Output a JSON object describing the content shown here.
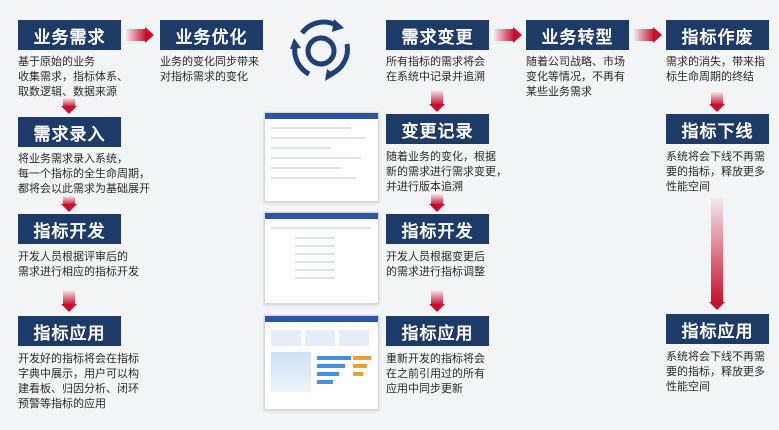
{
  "col1": {
    "n1": {
      "title": "业务需求",
      "desc": "基于原始的业务\n收集需求，指标体系、\n取数逻辑、数据来源"
    },
    "n2": {
      "title": "需求录入",
      "desc": "将业务需求录入系统，\n每一个指标的全生命周期，\n都将会以此需求为基础展开"
    },
    "n3": {
      "title": "指标开发",
      "desc": "开发人员根据评审后的\n需求进行相应的指标开发"
    },
    "n4": {
      "title": "指标应用",
      "desc": "开发好的指标将会在指标\n字典中展示，用户可以构\n建看板、归因分析、闭环\n预警等指标的应用"
    }
  },
  "col2": {
    "n1": {
      "title": "业务优化",
      "desc": "业务的变化同步带来\n对指标需求的变化"
    }
  },
  "col3": {
    "n1": {
      "title": "需求变更",
      "desc": "所有指标的需求将会\n在系统中记录并追溯"
    },
    "n2": {
      "title": "变更记录",
      "desc": "随着业务的变化，根据\n新的需求进行需求变更，\n并进行版本追溯"
    },
    "n3": {
      "title": "指标开发",
      "desc": "开发人员根据变更后\n的需求进行指标调整"
    },
    "n4": {
      "title": "指标应用",
      "desc": "重新开发的指标将会\n在之前引用过的所有\n应用中同步更新"
    }
  },
  "col4": {
    "n1": {
      "title": "业务转型",
      "desc": "随着公司战略、市场\n变化等情况，不再有\n某些业务需求"
    }
  },
  "col5": {
    "n1": {
      "title": "指标作废",
      "desc": "需求的消失，带来指\n标生命周期的终结"
    },
    "n2": {
      "title": "指标下线",
      "desc": "系统将会下线不再需\n要的指标，释放更多\n性能空间"
    },
    "n3": {
      "title": "指标应用",
      "desc": "系统将会下线不再需\n要的指标，释放更多\n性能空间"
    }
  },
  "icons": {
    "cycle": "refresh-cycle-icon"
  },
  "colors": {
    "box": "#1e3a66",
    "arrow": "#c8102e",
    "icon": "#1f3f79"
  }
}
